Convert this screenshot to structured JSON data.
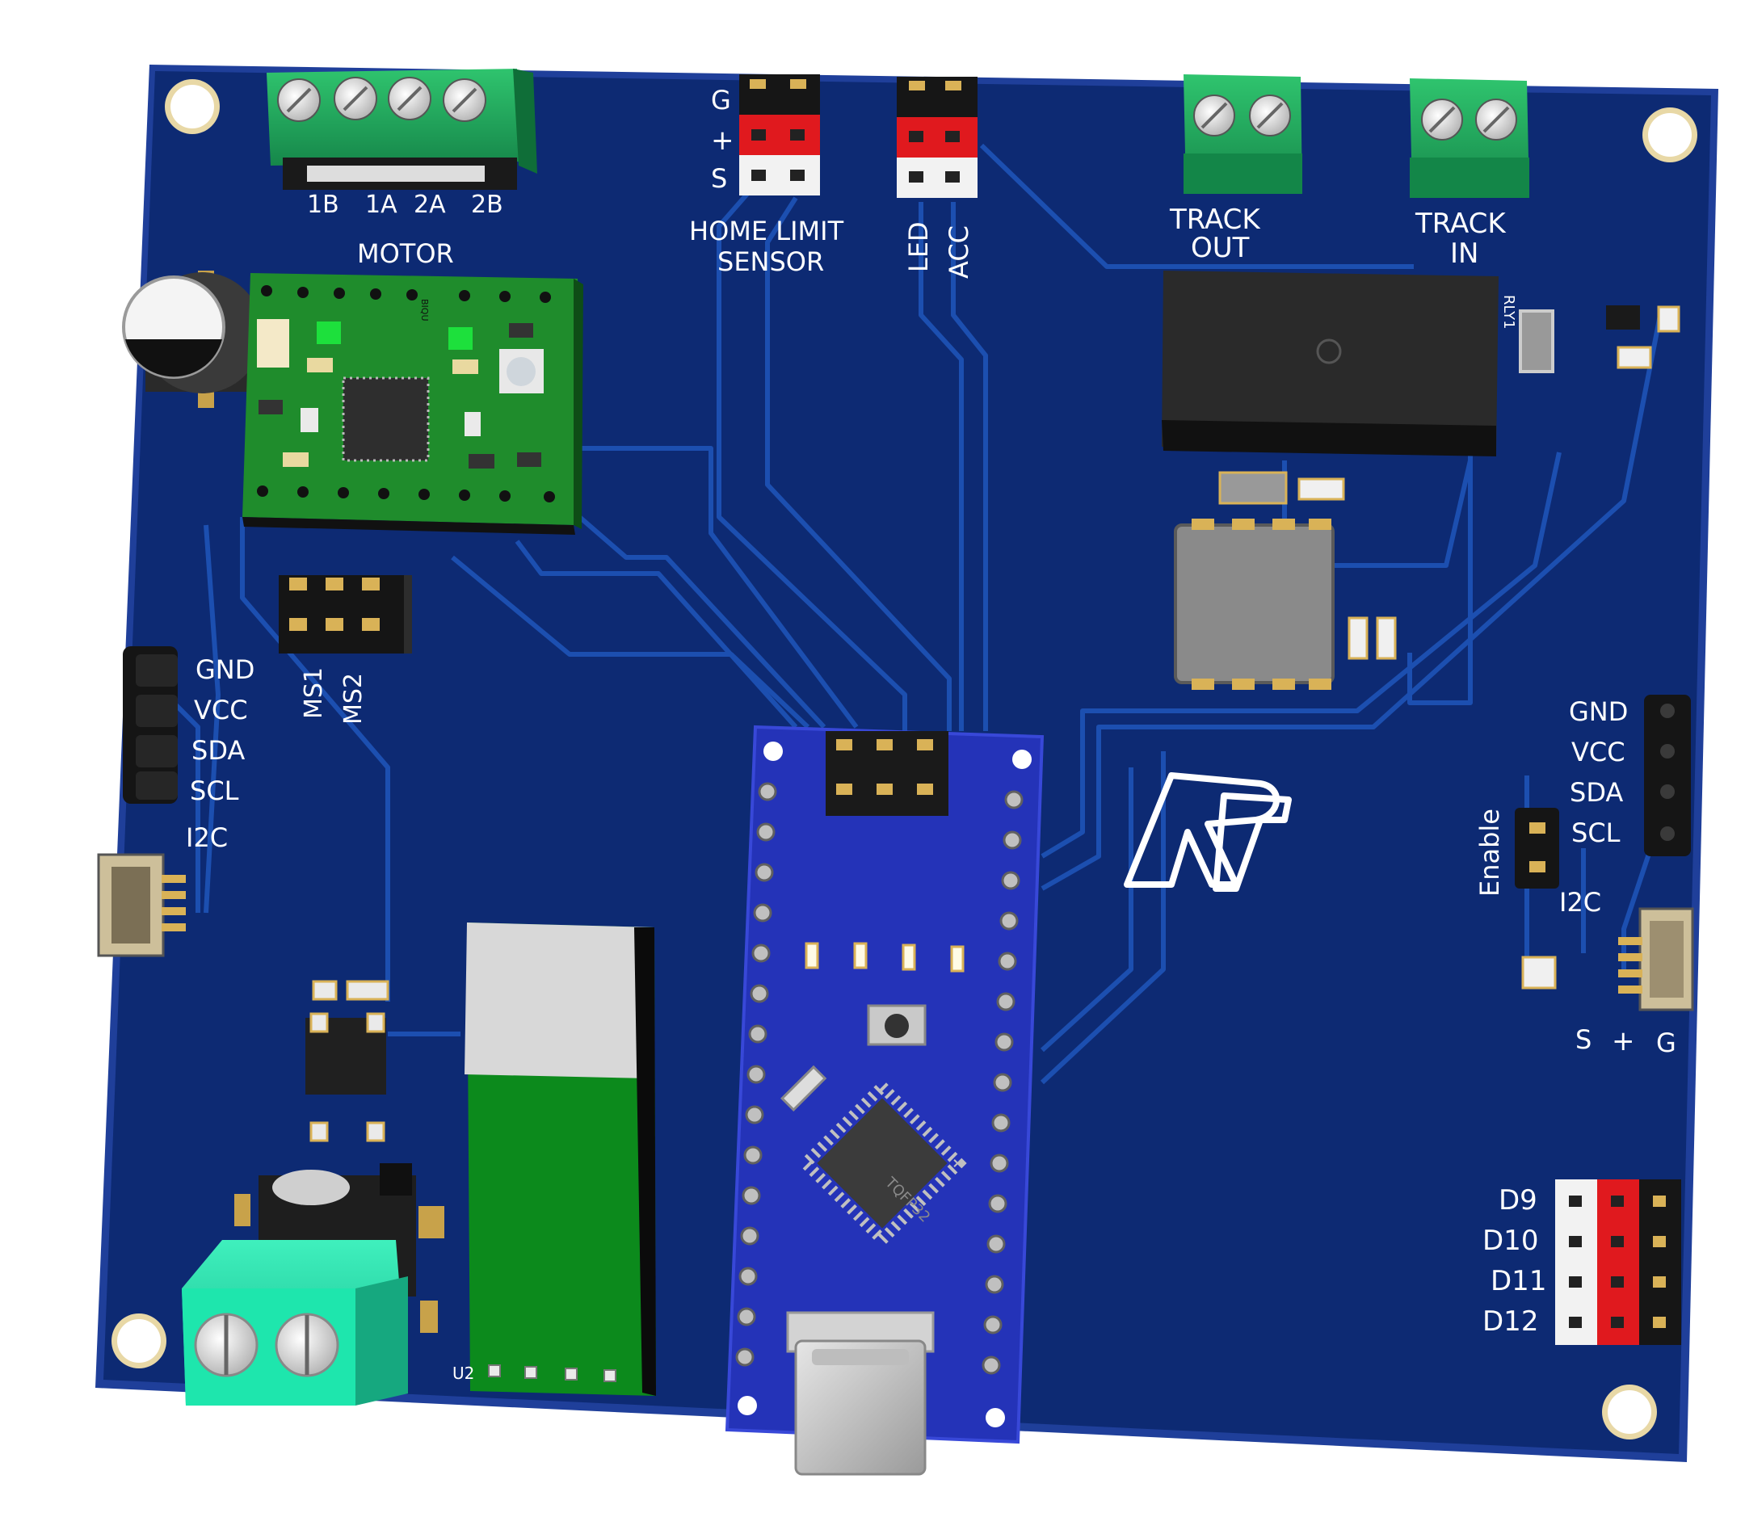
{
  "board": {
    "colors": {
      "pcb": "#0d2a73",
      "pcb_edge": "#1f3f9a",
      "trace": "#1c4fb0",
      "silkscreen": "#ffffff",
      "terminal_green": "#1fa85a",
      "terminal_teal": "#1ad4a0",
      "header_black": "#161616",
      "header_red": "#e0191e",
      "header_white": "#f2f2f2",
      "driver_green": "#1f8c2c",
      "nano_blue": "#2433b8",
      "relay_black": "#1e1e1e",
      "module_green": "#0c8a1c"
    },
    "labels": {
      "motor_pins": [
        "1B",
        "1A",
        "2A",
        "2B"
      ],
      "motor": "MOTOR",
      "sensor_header_pins": [
        "G",
        "+",
        "S"
      ],
      "home_limit": "HOME LIMIT",
      "sensor": "SENSOR",
      "led": "LED",
      "acc": "ACC",
      "track_out_1": "TRACK",
      "track_out_2": "OUT",
      "track_in_1": "TRACK",
      "track_in_2": "IN",
      "rly": "RLY1",
      "ms1": "MS1",
      "ms2": "MS2",
      "left_i2c_pins": [
        "GND",
        "VCC",
        "SDA",
        "SCL"
      ],
      "left_i2c": "I2C",
      "right_i2c_pins": [
        "GND",
        "VCC",
        "SDA",
        "SCL"
      ],
      "right_i2c": "I2C",
      "enable": "Enable",
      "sg_pins": [
        "S",
        "+",
        "G"
      ],
      "d_pins": [
        "D9",
        "D10",
        "D11",
        "D12"
      ],
      "u2": "U2",
      "chip": "TQFP32",
      "driver_mark": "BIQU"
    }
  }
}
